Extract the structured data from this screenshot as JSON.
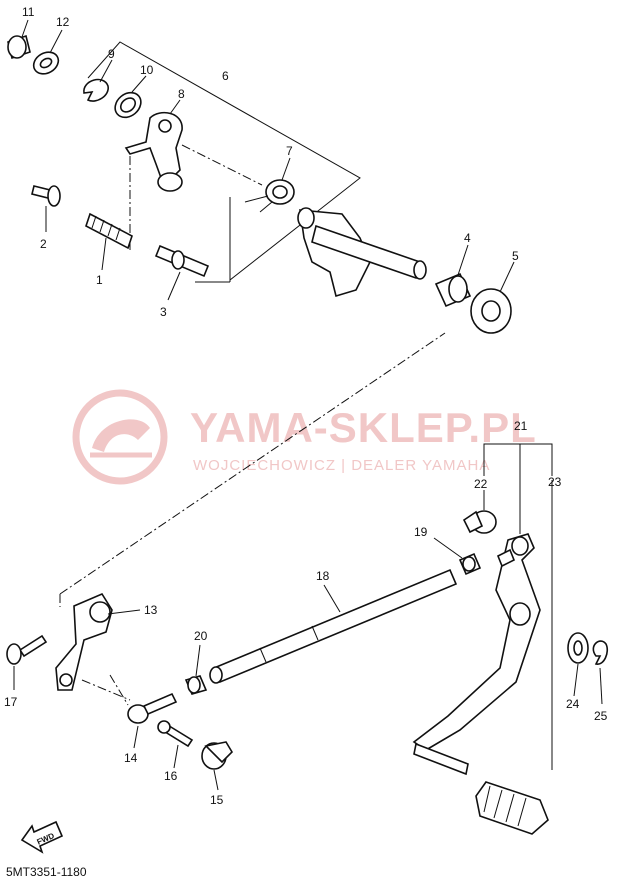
{
  "watermark": {
    "title": "YAMA-SKLEP.PL",
    "subtitle": "WOJCIECHOWICZ | DEALER YAMAHA"
  },
  "diagram_code": "5MT3351-1180",
  "fwd_label": "FWD",
  "parts": {
    "p1": "1",
    "p2": "2",
    "p3": "3",
    "p4": "4",
    "p5": "5",
    "p6": "6",
    "p7": "7",
    "p8": "8",
    "p9": "9",
    "p10": "10",
    "p11": "11",
    "p12": "12",
    "p13": "13",
    "p14": "14",
    "p15": "15",
    "p16": "16",
    "p17": "17",
    "p18": "18",
    "p19": "19",
    "p20": "20",
    "p21": "21",
    "p22": "22",
    "p23": "23",
    "p24": "24",
    "p25": "25"
  },
  "colors": {
    "line": "#111111",
    "watermark": "#f1c7c7"
  }
}
